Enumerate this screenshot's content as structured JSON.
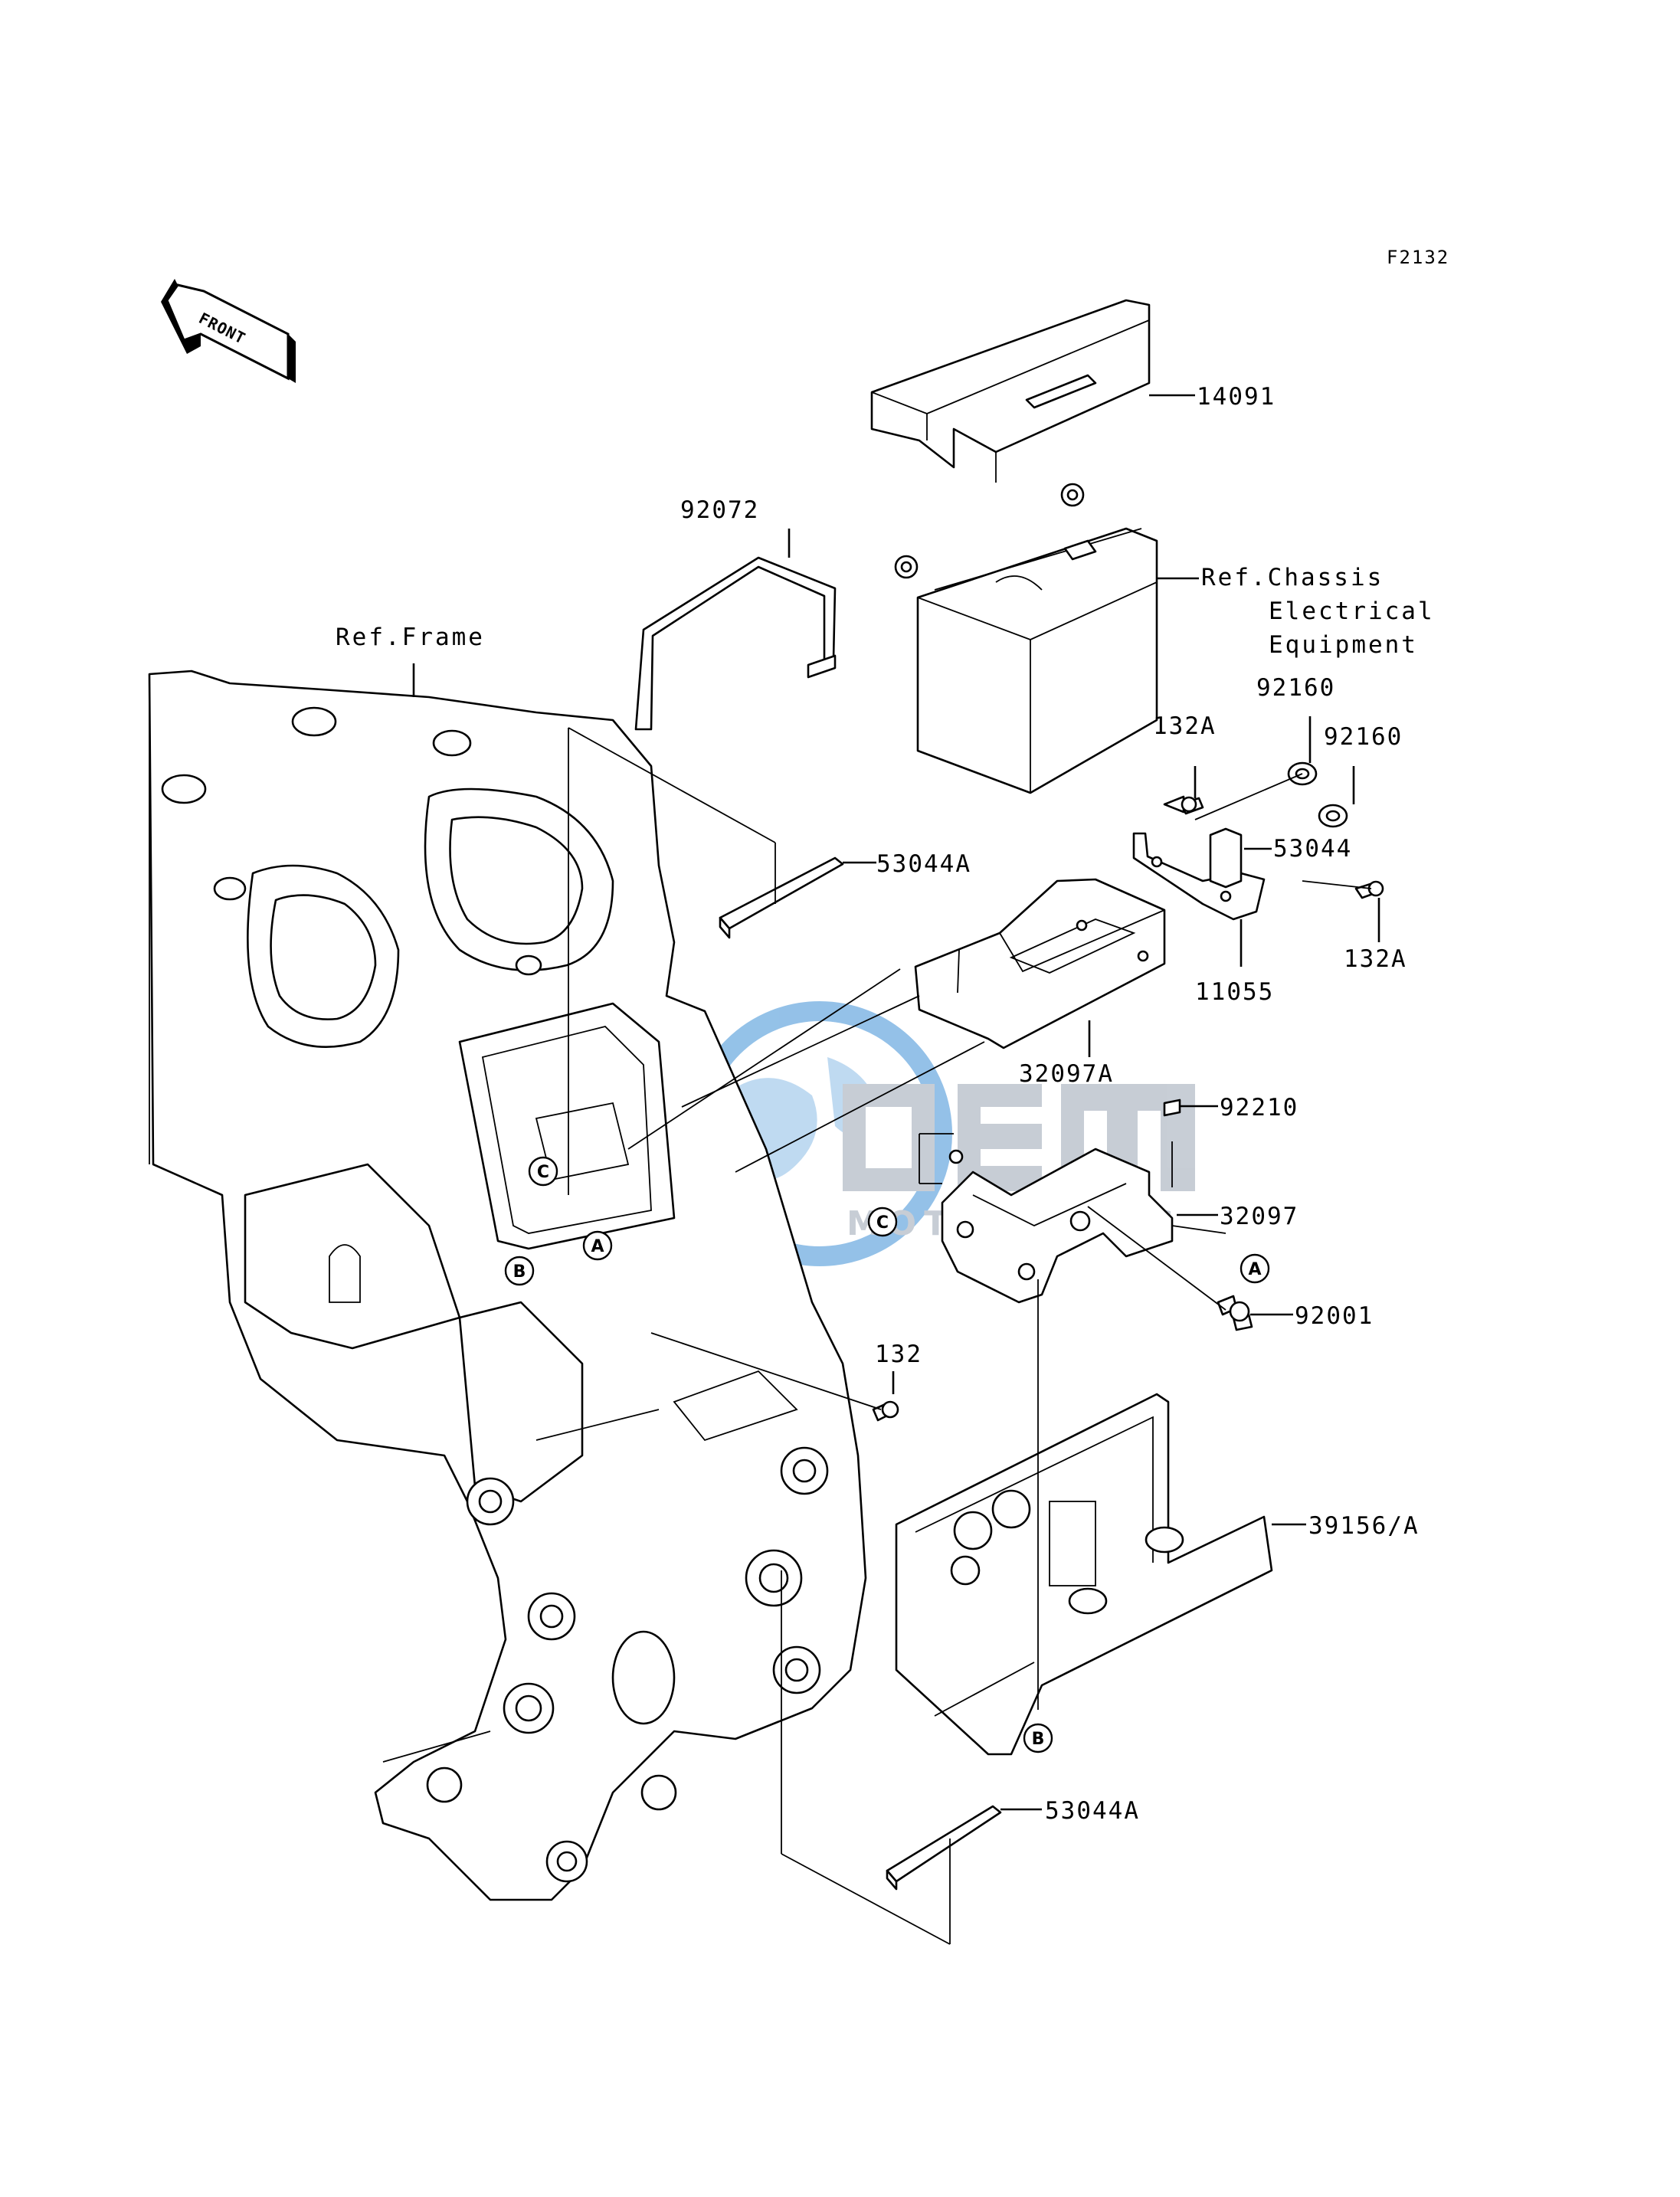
{
  "diagram_code": "F2132",
  "front_indicator": "FRONT",
  "refs": {
    "frame": "Ref.Frame",
    "chassis_line1": "Ref.Chassis",
    "chassis_line2": "Electrical",
    "chassis_line3": "Equipment"
  },
  "callouts": {
    "c14091": "14091",
    "c92072": "92072",
    "c92160a": "92160",
    "c92160b": "92160",
    "c132a_top": "132A",
    "c53044a_top": "53044A",
    "c53044": "53044",
    "c132a_right": "132A",
    "c11055": "11055",
    "c32097a": "32097A",
    "c92210": "92210",
    "c32097": "32097",
    "c92001": "92001",
    "c132": "132",
    "c39156a": "39156/A",
    "c53044a_bottom": "53044A"
  },
  "markers": {
    "a": "A",
    "b": "B",
    "c": "C"
  },
  "watermark": {
    "brand": "OEM",
    "sub": "MOTORPARTS",
    "color": "#9aa6b4",
    "globe_color": "#3d8fd6"
  }
}
